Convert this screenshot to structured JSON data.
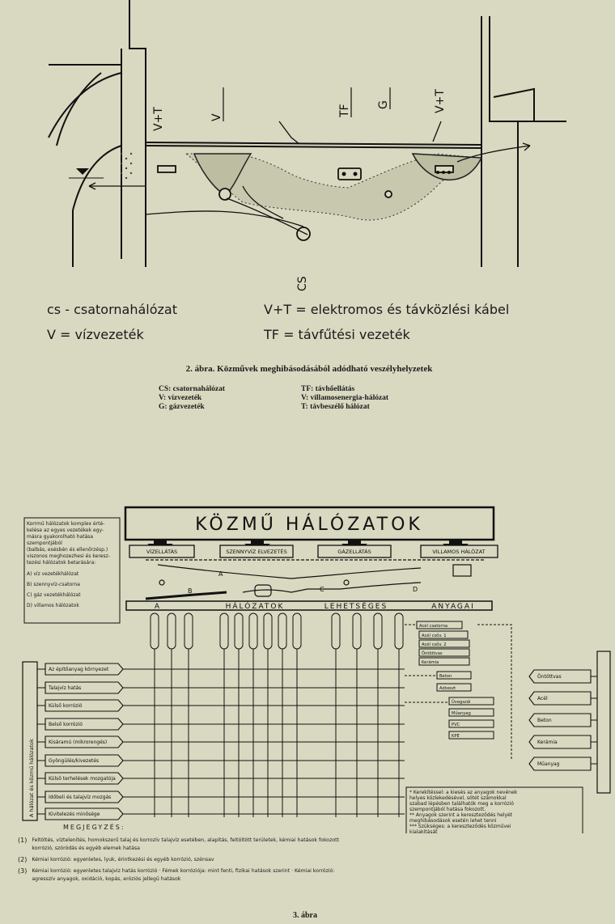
{
  "figure2": {
    "labels": {
      "v_plus_t_left": "V+T",
      "v": "V",
      "tf": "TF",
      "g": "G",
      "v_plus_t_right": "V+T",
      "cs": "CS"
    },
    "legend": [
      {
        "text": "cs - csatornahálózat"
      },
      {
        "text": "V = vízvezeték"
      },
      {
        "text": "V+T = elektromos és távközlési kábel"
      },
      {
        "text": "TF = távfűtési vezeték"
      }
    ],
    "caption": {
      "title": "2. ábra. Közművek meghibásodásából adódható veszélyhelyzetek",
      "key_left": [
        "CS: csatornahálózat",
        "V: vízvezeték",
        "G: gázvezeték"
      ],
      "key_right": [
        "TF: távhőellátás",
        "V: villamosenergia-hálózat",
        "T: távbeszélő hálózat"
      ]
    }
  },
  "figure3": {
    "title": "KÖZMŰ HÁLÓZATOK",
    "sidebox": [
      "Korrmű hálózatok komplex érté-",
      "kelése az egyes vezetékek egy-",
      "másra gyakorolható hatása",
      "szempontjából",
      "(balbás, esésbén és ellenőrzésp.)",
      "viszonos meghozezhesi és keresz-",
      "tezési hálózatok betarására:",
      "A) víz   vezetékhálózat",
      "B) szennyvíz-csatorna",
      "C) gáz   vezetékhálózat",
      "D) villamos hálózatok"
    ],
    "network_bar": [
      "A",
      "HÁLÓZATOK",
      "LEHETSÉGES",
      "ANYAGAI"
    ],
    "supply_boxes": [
      "VÍZELLÁTÁS",
      "SZENNYVÍZ ELVEZETÉS",
      "GÁZELLÁTÁS",
      "VILLAMOS HÁLÓZAT"
    ],
    "section_letters": [
      "A",
      "B",
      "C",
      "D"
    ],
    "left_column_label": "A hálózat és közmű hálózatok",
    "left_items": [
      "Az építőanyag környezet",
      "Talajvíz hatás",
      "Külső korrózió",
      "Belső korrózió",
      "Kisáramú (mikrorengés)",
      "Gyöngülés/kivezetés",
      "Külső terhelések mozgatója",
      "Időbeli és talajvíz mozgás",
      "Kivitelezés minősége"
    ],
    "right_boxes": [
      "Öntöttvas",
      "Acél",
      "Beton",
      "Kerámia",
      "Műanyag"
    ],
    "material_boxes": [
      "Acél csatorna",
      "Acél csőv. 1",
      "Acél csőv. 2",
      "Öntöttvas",
      "Kerámia",
      "Beton",
      "Azbeszt",
      "Üvegszál",
      "Műanyag",
      "PVC",
      "KPE"
    ],
    "inset_note": [
      "* Kerekítéssel: a kiesés az anyagok nevének",
      "  helyes közlekedésével, sötét számokkal",
      "  szabad lépésben találhatók meg a korrózió",
      "  szempontjából hatása fokozott.",
      "** Anyagok szerint a kereszteződés helyét",
      "   meghibásodások esetén lehet tenni",
      "*** Szükséges: a kereszteződés közművei",
      "    kialakítását"
    ],
    "notes_title": "MEGJEGYZÉS:",
    "notes": [
      {
        "num": "(1)",
        "text": "Feltöltés, víztelenítés, homokszerű talaj és korrozív talajvíz esetében, alapítás, feltöltött területek, kémiai hatások fokozott korrózió, szóródás és egyéb elemek hatása"
      },
      {
        "num": "(2)",
        "text": "Kémiai korrózió: egyenletes, lyuk, érintkezési és egyéb korrózió, szénsav"
      },
      {
        "num": "(3)",
        "text": "Kémiai korrózió: egyenletes talajviz hatás korrózió · Fémek korróziója: mint fenti, fizikai hatások szerint · Kémiai korrózió: agresszív anyagok, oxidáció, kopás, eróziós jellegű hatások"
      }
    ],
    "caption": "3. ábra"
  }
}
